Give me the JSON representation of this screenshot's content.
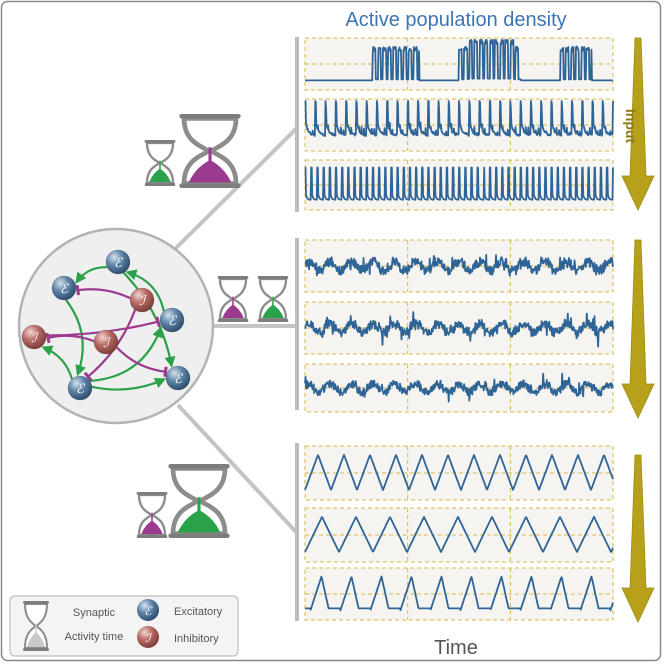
{
  "title": "Active population density",
  "x_label": "Time",
  "input_label": "Input",
  "node_labels": {
    "excitatory": "ℰ",
    "inhibitory": "ℐ"
  },
  "legend": {
    "hourglass_line1": "Synaptic",
    "hourglass_line2": "Activity time",
    "excitatory": "Excitatory",
    "inhibitory": "Inhibitory"
  },
  "colors": {
    "signal": "#2e6496",
    "excitatory_node": "#4a6f93",
    "inhibitory_node": "#b0605a",
    "excitatory_edge": "#2aa24a",
    "inhibitory_edge": "#9b3a8f",
    "arrow": "#b7a01a",
    "panel_bg": "#f6f4f1",
    "grid": "#d8b84a"
  },
  "regimes": [
    {
      "id": "excitation-dominated",
      "traces": [
        "sparse-bursts",
        "burst-train",
        "regular-spikes"
      ]
    },
    {
      "id": "balanced",
      "traces": [
        "noisy-fluctuation",
        "noisy-fluctuation",
        "noisy-fluctuation"
      ]
    },
    {
      "id": "inhibition-dominated",
      "traces": [
        "triangle-oscillation",
        "triangle-oscillation",
        "triangle-oscillation"
      ]
    }
  ]
}
